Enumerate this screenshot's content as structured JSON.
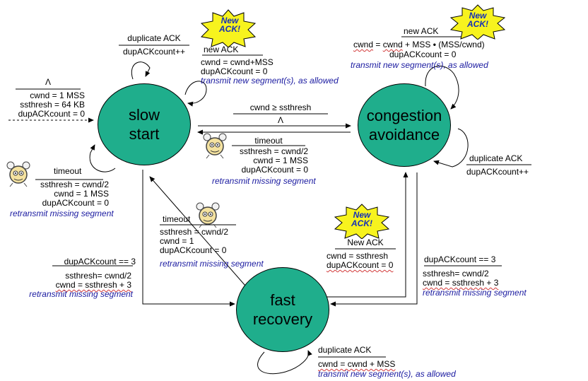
{
  "states": {
    "slow_start": [
      "slow",
      "start"
    ],
    "congestion_avoidance": [
      "congestion",
      "avoidance"
    ],
    "fast_recovery": [
      "fast",
      "recovery"
    ]
  },
  "badges": [
    "New",
    "ACK!"
  ],
  "init": {
    "lambda": "Λ",
    "lines": [
      "cwnd = 1 MSS",
      "ssthresh = 64 KB",
      "dupACKcount = 0"
    ]
  },
  "ss_dup": {
    "event": "duplicate ACK",
    "action": "dupACKcount++"
  },
  "ss_newack": {
    "event": "new ACK",
    "lines": [
      "cwnd = cwnd+MSS",
      "dupACKcount = 0"
    ],
    "note": "transmit new segment(s), as allowed"
  },
  "ss_timeout": {
    "event": "timeout",
    "lines": [
      "ssthresh = cwnd/2",
      "cwnd = 1 MSS",
      "dupACKcount = 0"
    ],
    "note": "retransmit missing segment"
  },
  "ss_to_ca": {
    "event": "cwnd ≥ ssthresh",
    "action": "Λ"
  },
  "ca_timeout": {
    "event": "timeout",
    "lines": [
      "ssthresh = cwnd/2",
      "cwnd = 1 MSS",
      "dupACKcount = 0"
    ],
    "note": "retransmit missing segment"
  },
  "ca_newack": {
    "event": "new ACK",
    "line1_a": "cwnd",
    "line1_b": " = ",
    "line1_c": "cwnd",
    "line1_d": " + MSS ",
    "dot": "•",
    "line1_e": " (MSS/cwnd)",
    "line2": "dupACKcount = 0",
    "note": "transmit new segment(s), as allowed"
  },
  "ca_dup": {
    "event": "duplicate ACK",
    "action": "dupACKcount++"
  },
  "fr_timeout": {
    "event": "timeout",
    "lines": [
      "ssthresh = cwnd/2",
      "cwnd = 1",
      "dupACKcount = 0"
    ],
    "note": "retransmit missing segment"
  },
  "ss_to_fr": {
    "event": "dupACKcount == 3",
    "lines": [
      "ssthresh= cwnd/2",
      "cwnd = ssthresh + 3"
    ],
    "note": "retransmit missing segment"
  },
  "fr_to_ca": {
    "event": "New ACK",
    "lines": [
      "cwnd = ssthresh",
      "dupACKcount = 0"
    ]
  },
  "ca_to_fr": {
    "event": "dupACKcount == 3",
    "lines": [
      "ssthresh= cwnd/2",
      "cwnd = ssthresh + 3"
    ],
    "note": "retransmit missing segment"
  },
  "fr_dup": {
    "event": "duplicate ACK",
    "lines": [
      "cwnd = cwnd + MSS"
    ],
    "note": "transmit new segment(s), as allowed"
  },
  "colors": {
    "state": "#1fae8c",
    "note": "#1a1aa0",
    "burst": "#f7f31e",
    "badge_text": "#1530b8",
    "squiggle": "#d23a3a"
  }
}
